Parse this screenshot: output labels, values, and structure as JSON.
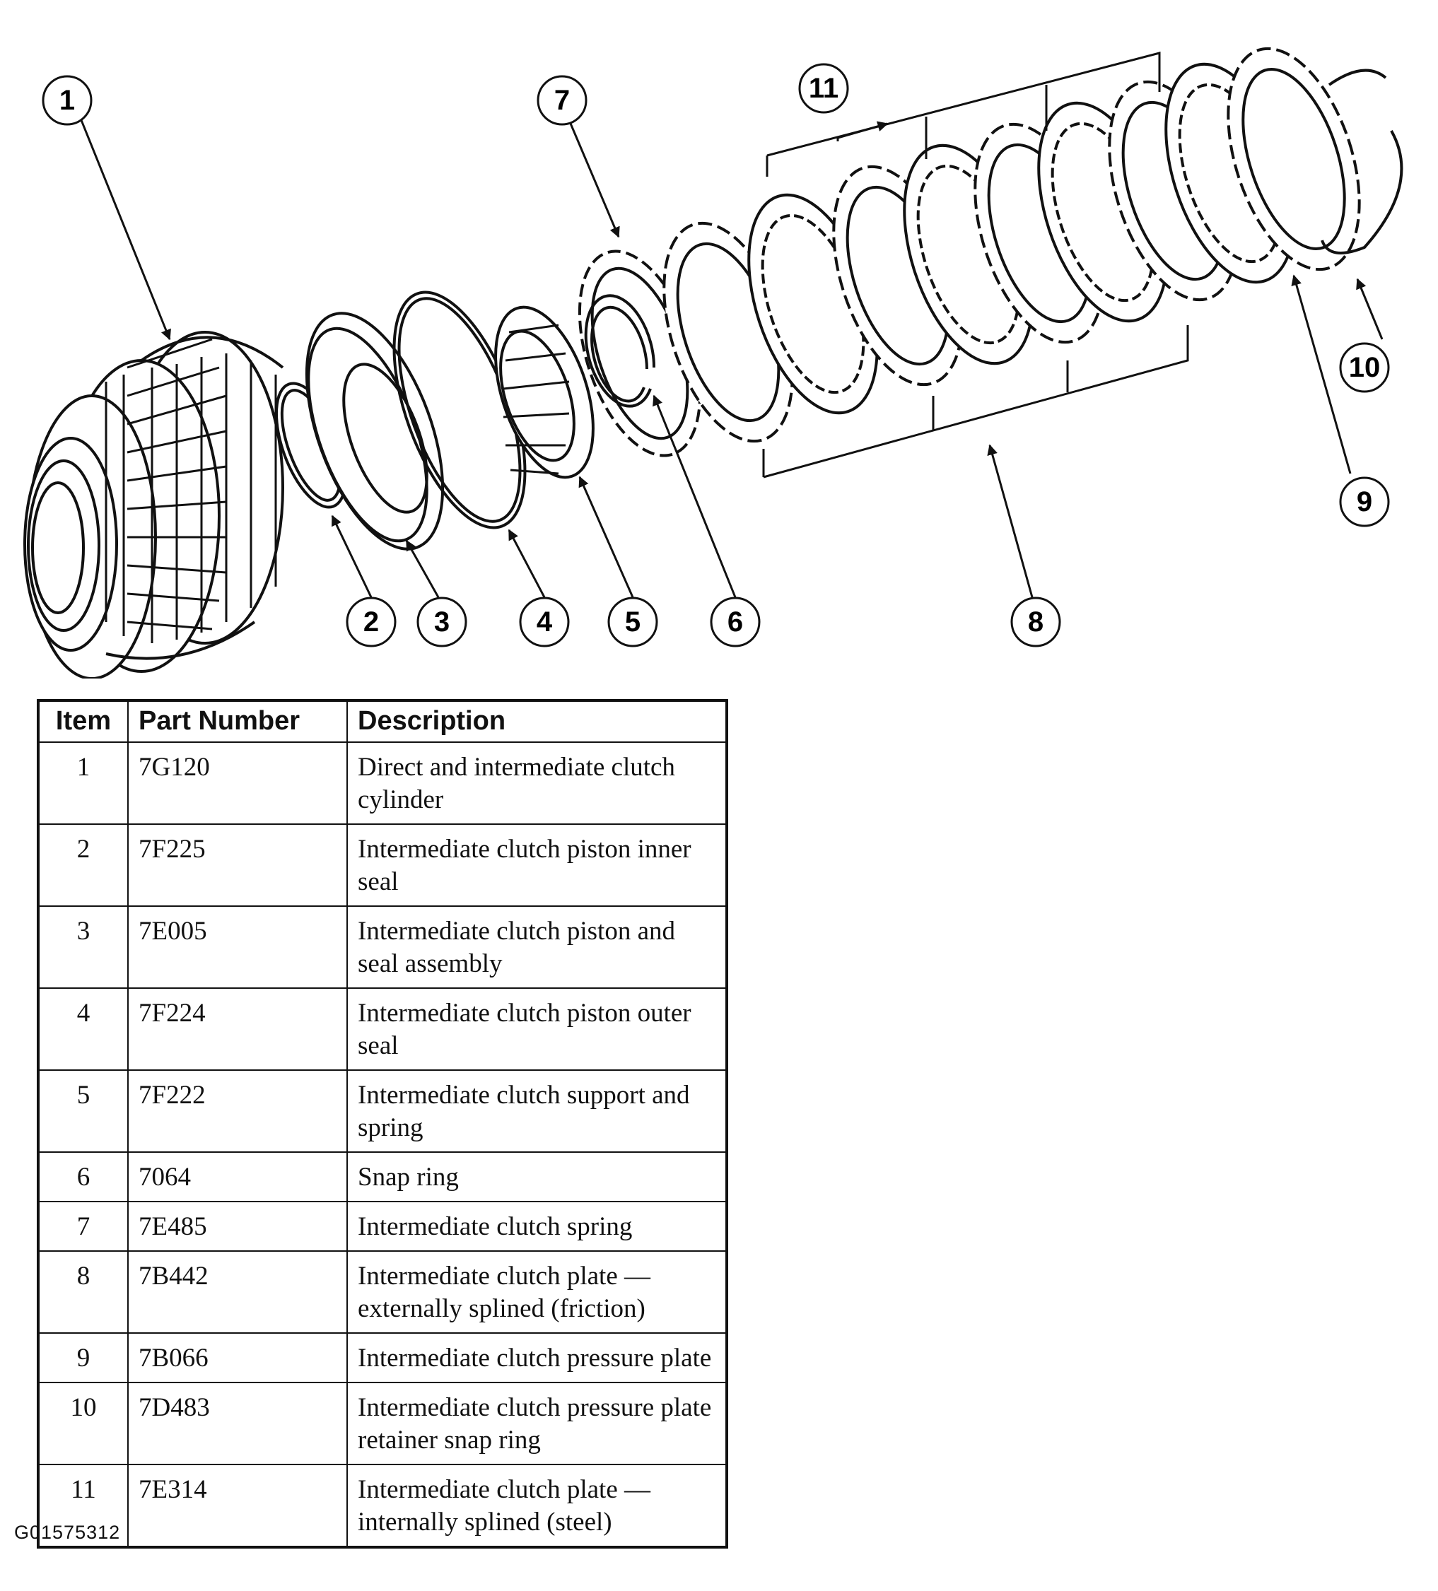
{
  "diagram": {
    "callouts": [
      {
        "num": "1"
      },
      {
        "num": "2"
      },
      {
        "num": "3"
      },
      {
        "num": "4"
      },
      {
        "num": "5"
      },
      {
        "num": "6"
      },
      {
        "num": "7"
      },
      {
        "num": "8"
      },
      {
        "num": "9"
      },
      {
        "num": "10"
      },
      {
        "num": "11"
      }
    ]
  },
  "table": {
    "headers": {
      "item": "Item",
      "part_number": "Part Number",
      "description": "Description"
    },
    "rows": [
      {
        "item": "1",
        "part_number": "7G120",
        "description": "Direct and intermediate clutch cylinder"
      },
      {
        "item": "2",
        "part_number": "7F225",
        "description": "Intermediate clutch piston inner seal"
      },
      {
        "item": "3",
        "part_number": "7E005",
        "description": "Intermediate clutch piston and seal assembly"
      },
      {
        "item": "4",
        "part_number": "7F224",
        "description": "Intermediate clutch piston outer seal"
      },
      {
        "item": "5",
        "part_number": "7F222",
        "description": "Intermediate clutch support and spring"
      },
      {
        "item": "6",
        "part_number": "7064",
        "description": "Snap ring"
      },
      {
        "item": "7",
        "part_number": "7E485",
        "description": "Intermediate clutch spring"
      },
      {
        "item": "8",
        "part_number": "7B442",
        "description": "Intermediate clutch plate — externally splined (friction)"
      },
      {
        "item": "9",
        "part_number": "7B066",
        "description": "Intermediate clutch pressure plate"
      },
      {
        "item": "10",
        "part_number": "7D483",
        "description": "Intermediate clutch pressure plate retainer snap ring"
      },
      {
        "item": "11",
        "part_number": "7E314",
        "description": "Intermediate clutch plate — internally splined (steel)"
      }
    ]
  },
  "figure_id": "G01575312"
}
